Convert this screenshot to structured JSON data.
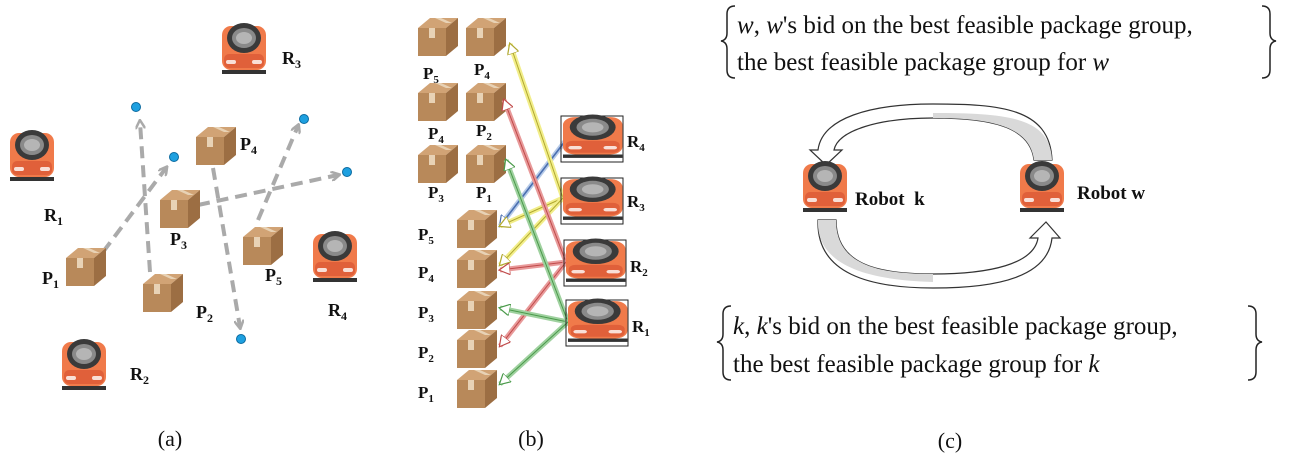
{
  "panel_a": {
    "caption": "(a)",
    "robots": [
      {
        "id": "R3",
        "label": "R",
        "sub": "3"
      },
      {
        "id": "R1",
        "label": "R",
        "sub": "1"
      },
      {
        "id": "R4",
        "label": "R",
        "sub": "4"
      },
      {
        "id": "R2",
        "label": "R",
        "sub": "2"
      }
    ],
    "packages": [
      {
        "id": "P4",
        "label": "P",
        "sub": "4"
      },
      {
        "id": "P3",
        "label": "P",
        "sub": "3"
      },
      {
        "id": "P1",
        "label": "P",
        "sub": "1"
      },
      {
        "id": "P2",
        "label": "P",
        "sub": "2"
      },
      {
        "id": "P5",
        "label": "P",
        "sub": "5"
      }
    ]
  },
  "panel_b": {
    "caption": "(b)",
    "package_pairs": [
      {
        "left": {
          "label": "P",
          "sub": "5"
        },
        "right": {
          "label": "P",
          "sub": "4"
        }
      },
      {
        "left": {
          "label": "P",
          "sub": "4"
        },
        "right": {
          "label": "P",
          "sub": "2"
        }
      },
      {
        "left": {
          "label": "P",
          "sub": "3"
        },
        "right": {
          "label": "P",
          "sub": "1"
        }
      }
    ],
    "packages": [
      {
        "label": "P",
        "sub": "5"
      },
      {
        "label": "P",
        "sub": "4"
      },
      {
        "label": "P",
        "sub": "3"
      },
      {
        "label": "P",
        "sub": "2"
      },
      {
        "label": "P",
        "sub": "1"
      }
    ],
    "robots": [
      {
        "label": "R",
        "sub": "4",
        "color": "#7a9fd6"
      },
      {
        "label": "R",
        "sub": "3",
        "color": "#f2ee8a"
      },
      {
        "label": "R",
        "sub": "2",
        "color": "#e89a9a"
      },
      {
        "label": "R",
        "sub": "1",
        "color": "#9fd19f"
      }
    ]
  },
  "panel_c": {
    "caption": "(c)",
    "robot_k_label": "Robot  k",
    "robot_w_label": "Robot w",
    "top_bid": {
      "line1_var": "w",
      "line1_text": ", ",
      "line1_var2": "w",
      "line1_rest": "'s bid on the best feasible package group,",
      "line2_text": "the best feasible package group for ",
      "line2_var": "w"
    },
    "bottom_bid": {
      "line1_var": "k",
      "line1_text": ", ",
      "line1_var2": "k",
      "line1_rest": "'s bid on the best feasible package group,",
      "line2_text": "the best feasible package group for ",
      "line2_var": "k"
    }
  },
  "colors": {
    "robot_body": "#f07a4a",
    "robot_dark": "#3a3a3a",
    "box": "#b8895a",
    "dashed": "#aaaaaa",
    "dot": "#1ea0e0"
  }
}
